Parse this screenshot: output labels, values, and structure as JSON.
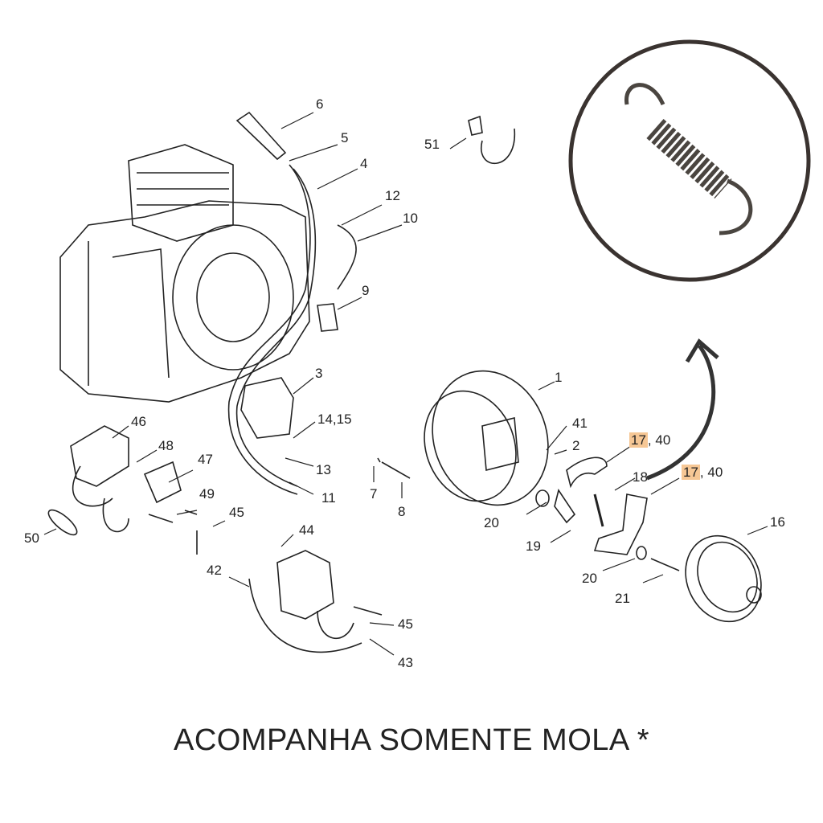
{
  "caption": "ACOMPANHA SOMENTE MOLA *",
  "highlight_color": "#f6c795",
  "labels": {
    "l6": "6",
    "l5": "5",
    "l4": "4",
    "l12": "12",
    "l10": "10",
    "l9": "9",
    "l3": "3",
    "l14_15": "14,15",
    "l13": "13",
    "l11": "11",
    "l46": "46",
    "l48": "48",
    "l47": "47",
    "l49": "49",
    "l45a": "45",
    "l50": "50",
    "l44": "44",
    "l42": "42",
    "l45b": "45",
    "l43": "43",
    "l7": "7",
    "l8": "8",
    "l51": "51",
    "l1": "1",
    "l41": "41",
    "l2": "2",
    "l17a": "17",
    "l40a": ", 40",
    "l18": "18",
    "l17b": "17",
    "l40b": ", 40",
    "l20a": "20",
    "l19": "19",
    "l20b": "20",
    "l21": "21",
    "l16": "16"
  }
}
